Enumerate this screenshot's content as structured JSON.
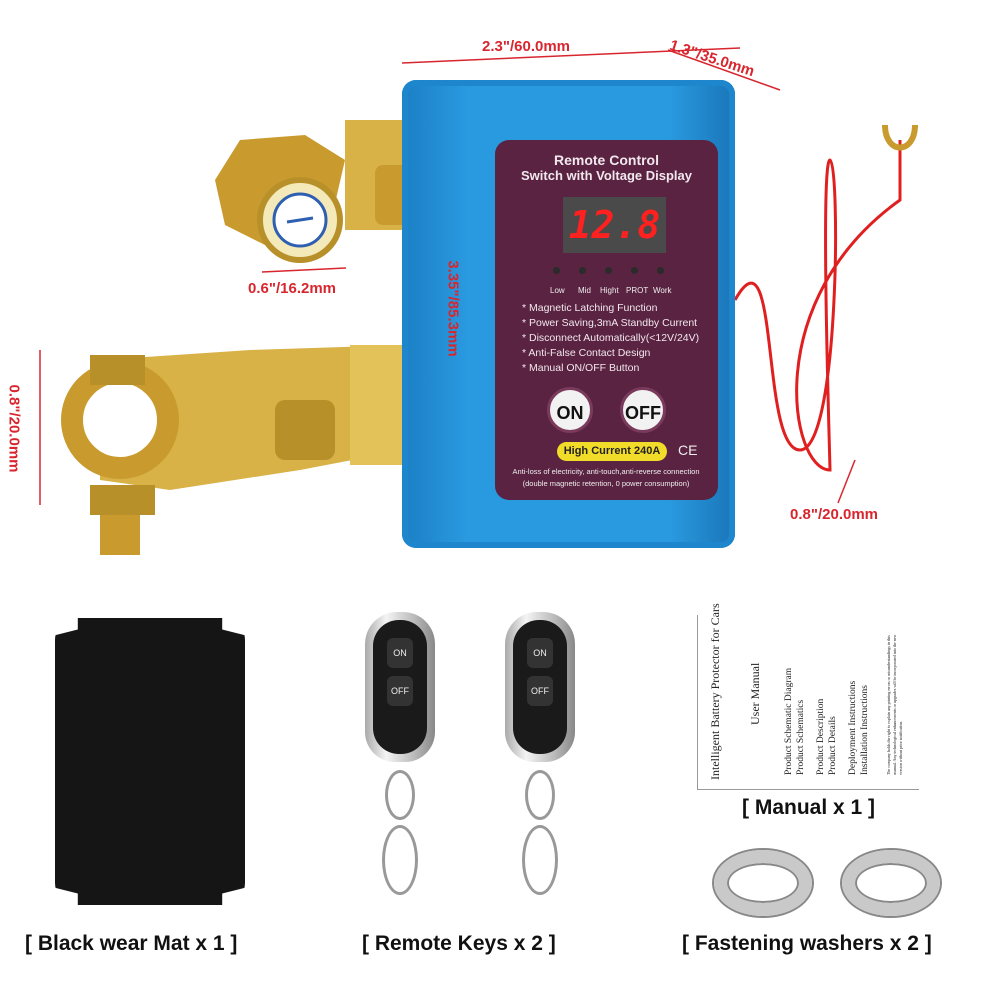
{
  "dimensions": {
    "width": "2.3\"/60.0mm",
    "depth": "1.3\"/35.0mm",
    "height": "3.35\"/85.3mm",
    "terminal_diameter": "0.6\"/16.2mm",
    "clamp_width": "0.8\"/20.0mm",
    "wire_loop": "0.8\"/20.0mm"
  },
  "device": {
    "title_line1": "Remote Control",
    "title_line2": "Switch with Voltage Display",
    "display_value": "12.8",
    "indicators": [
      "Low",
      "Mid",
      "Hight",
      "PROT",
      "Work"
    ],
    "features": [
      "* Magnetic Latching Function",
      "* Power Saving,3mA Standby Current",
      "* Disconnect Automatically(<12V/24V)",
      "* Anti-False Contact Design",
      "* Manual ON/OFF Button"
    ],
    "on_label": "ON",
    "off_label": "OFF",
    "current_badge": "High Current 240A",
    "ce_mark": "CE",
    "note_line1": "Anti-loss of electricity, anti-touch,anti-reverse connection",
    "note_line2": "(double magnetic retention, 0 power consumption)"
  },
  "remote": {
    "on": "ON",
    "off": "OFF"
  },
  "manual": {
    "product_name": "Intelligent Battery Protector for Cars",
    "title": "User Manual",
    "items": [
      "Product Schematic Diagram",
      "Product Schematics",
      "Product Description",
      "Product Details",
      "Deployment Instructions",
      "Installation Instructions"
    ],
    "disclaimer": "The company holds the right to explain any printing errors or misunderstandings in this manual. Any technological enhancements or upgrades will be incorporated into the new version without prior notification."
  },
  "captions": {
    "mat": "[ Black wear Mat x 1 ]",
    "remotes": "[ Remote Keys x 2 ]",
    "manual": "[ Manual x 1 ]",
    "washers": "[ Fastening washers x 2 ]"
  },
  "colors": {
    "dimension": "#d8262e",
    "housing": "#2a9ae0",
    "panel": "#5a2341",
    "badge": "#f2dc2a"
  }
}
